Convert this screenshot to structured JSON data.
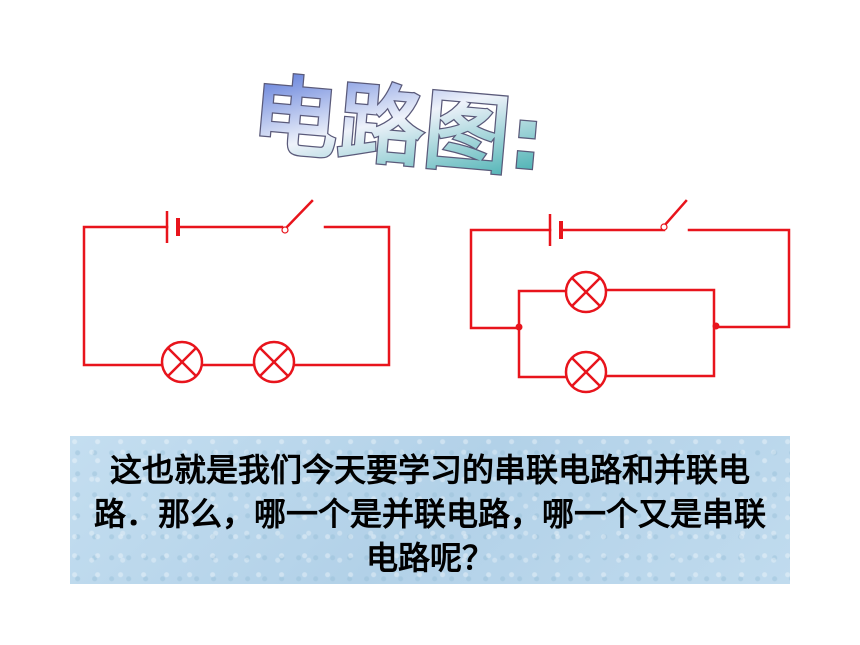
{
  "slide": {
    "title": "电路图:",
    "description": "这也就是我们今天要学习的串联电路和并联电路．那么，哪一个是并联电路，哪一个又是串联电路呢？"
  },
  "colors": {
    "circuit_red": "#e8141c",
    "text_box_bg": "#b8d6ea",
    "title_gradient_start": "#4f6fd6",
    "title_gradient_mid": "#eef2fa",
    "title_gradient_end": "#28a4a4"
  },
  "diagrams": [
    {
      "kind": "series",
      "components": [
        "battery",
        "switch",
        "lamp",
        "lamp"
      ]
    },
    {
      "kind": "parallel",
      "components": [
        "battery",
        "switch",
        "lamp",
        "lamp"
      ]
    }
  ]
}
